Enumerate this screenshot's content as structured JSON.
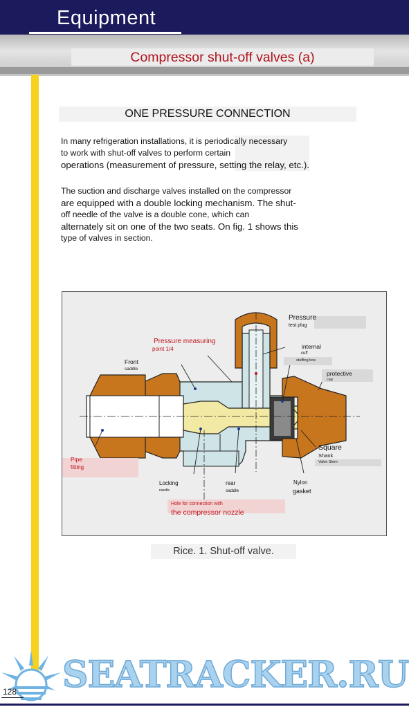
{
  "header": {
    "title": "Equipment"
  },
  "subtitle": "Compressor shut-off valves (a)",
  "section_heading": "ONE PRESSURE CONNECTION",
  "paragraph1": [
    "In many refrigeration installations, it is periodically necessary",
    "to work with shut-off valves to perform certain",
    "operations (measurement of pressure, setting the relay, etc.)."
  ],
  "paragraph2": [
    "The suction and discharge valves installed on the compressor",
    "are equipped with a double locking mechanism. The shut-",
    "off needle of the valve is a double cone, which can",
    "alternately sit on one of the two seats. On fig. 1 shows this",
    "type of valves in section."
  ],
  "figure": {
    "labels": {
      "pressure": "Pressure",
      "test_plug": "test plug",
      "pressure_measuring": "Pressure measuring",
      "point": "point 1/4",
      "internal": "internal",
      "cuff": "cuff",
      "stuffing_box": "stuffing box",
      "front": "Front",
      "saddle": "saddle",
      "protective": "protective",
      "cap": "cap",
      "square": "Square",
      "shank": "Shank",
      "valve_stem": "Valve Stem",
      "pipe": "Pipe",
      "fitting": "fitting",
      "locking": "Locking",
      "needle": "needle",
      "rear": "rear",
      "rear_saddle": "saddle",
      "nylon": "Nylon",
      "gasket": "gasket",
      "hole_line1": "Hole for connection with",
      "hole_line2": "the compressor nozzle"
    },
    "colors": {
      "brass": "#c8761e",
      "body": "#cfe4e6",
      "needle": "#f2eaa4",
      "red_text": "#c0141e"
    }
  },
  "caption": "Rice. 1. Shut-off valve.",
  "page_number": "128",
  "watermark": "SEATRACKER.RU"
}
